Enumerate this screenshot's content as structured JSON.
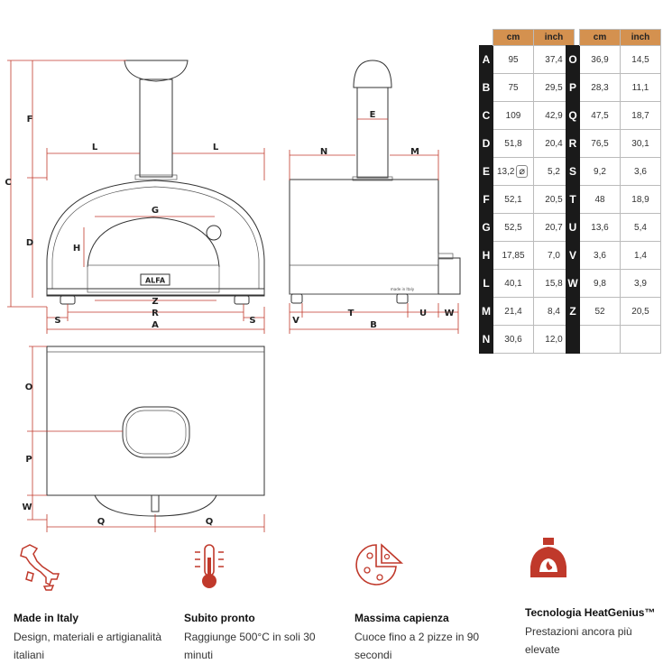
{
  "drawing_labels": {
    "front": {
      "F": "F",
      "C": "C",
      "D": "D",
      "L_left": "L",
      "L_right": "L",
      "G": "G",
      "H": "H",
      "Z": "Z",
      "R": "R",
      "A": "A",
      "S_left": "S",
      "S_right": "S",
      "brand": "ALFA"
    },
    "side": {
      "E": "E",
      "N": "N",
      "M": "M",
      "V": "V",
      "T": "T",
      "U": "U",
      "W": "W",
      "B": "B",
      "made_in": "made in Italy"
    },
    "top": {
      "O": "O",
      "P": "P",
      "W": "W",
      "Q_left": "Q",
      "Q_right": "Q"
    }
  },
  "tables": {
    "headers": {
      "cm": "cm",
      "inch": "inch"
    },
    "left": [
      {
        "letter": "A",
        "cm": "95",
        "inch": "37,4"
      },
      {
        "letter": "B",
        "cm": "75",
        "inch": "29,5"
      },
      {
        "letter": "C",
        "cm": "109",
        "inch": "42,9"
      },
      {
        "letter": "D",
        "cm": "51,8",
        "inch": "20,4"
      },
      {
        "letter": "E",
        "cm": "13,2",
        "diam": "⌀",
        "inch": "5,2"
      },
      {
        "letter": "F",
        "cm": "52,1",
        "inch": "20,5"
      },
      {
        "letter": "G",
        "cm": "52,5",
        "inch": "20,7"
      },
      {
        "letter": "H",
        "cm": "17,85",
        "inch": "7,0"
      },
      {
        "letter": "L",
        "cm": "40,1",
        "inch": "15,8"
      },
      {
        "letter": "M",
        "cm": "21,4",
        "inch": "8,4"
      },
      {
        "letter": "N",
        "cm": "30,6",
        "inch": "12,0"
      }
    ],
    "right": [
      {
        "letter": "O",
        "cm": "36,9",
        "inch": "14,5"
      },
      {
        "letter": "P",
        "cm": "28,3",
        "inch": "11,1"
      },
      {
        "letter": "Q",
        "cm": "47,5",
        "inch": "18,7"
      },
      {
        "letter": "R",
        "cm": "76,5",
        "inch": "30,1"
      },
      {
        "letter": "S",
        "cm": "9,2",
        "inch": "3,6"
      },
      {
        "letter": "T",
        "cm": "48",
        "inch": "18,9"
      },
      {
        "letter": "U",
        "cm": "13,6",
        "inch": "5,4"
      },
      {
        "letter": "V",
        "cm": "3,6",
        "inch": "1,4"
      },
      {
        "letter": "W",
        "cm": "9,8",
        "inch": "3,9"
      },
      {
        "letter": "Z",
        "cm": "52",
        "inch": "20,5"
      },
      {
        "letter": "",
        "cm": "",
        "inch": ""
      }
    ]
  },
  "features": [
    {
      "icon": "italy-map-icon",
      "title": "Made in Italy",
      "desc": "Design, materiali e artigianalità italiani"
    },
    {
      "icon": "thermometer-icon",
      "title": "Subito pronto",
      "desc": "Raggiunge 500°C in soli 30 minuti"
    },
    {
      "icon": "pizza-icon",
      "title": "Massima capienza",
      "desc": "Cuoce fino a 2 pizze in 90 secondi"
    },
    {
      "icon": "oven-flame-icon",
      "title": "Tecnologia HeatGenius™",
      "desc": "Prestazioni ancora più elevate"
    }
  ],
  "colors": {
    "accent": "#c0392b",
    "table_header": "#d4914f",
    "letter_bg": "#1a1a1a"
  }
}
